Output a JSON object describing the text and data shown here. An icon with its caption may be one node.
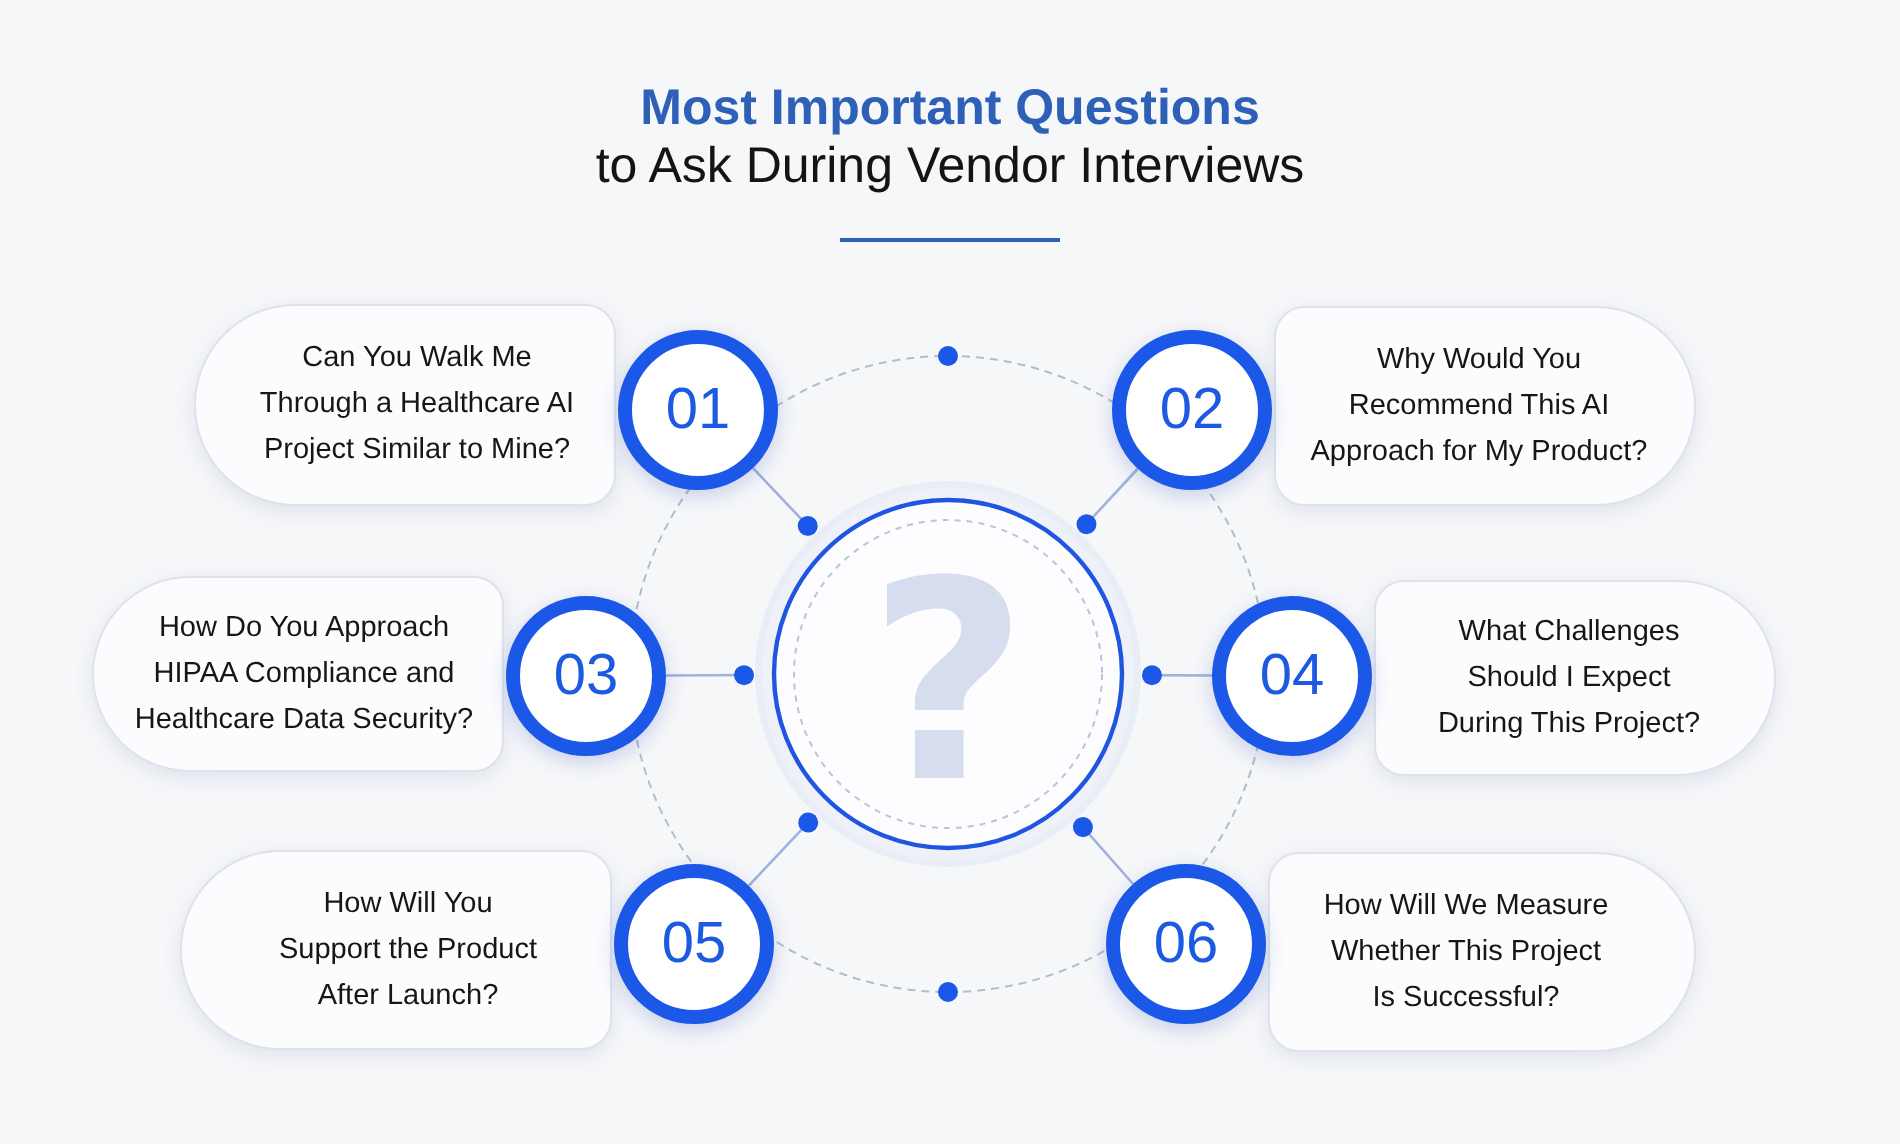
{
  "diagram": {
    "title": "**Most Important Questions** to Ask During Vendor Interviews",
    "nodes": [
      {
        "text": [
          "Can You Walk Me Through a Healthcare AI Project Similar to Mine?"
        ]
      },
      {
        "text": [
          "01"
        ]
      },
      {
        "text": [
          "02"
        ]
      },
      {
        "text": [
          "Why Would You Recommend This AI Approach for My Product?"
        ]
      },
      {
        "text": [
          "How Do You Approach HIPAA Compliance and Healthcare Data Security?"
        ]
      },
      {
        "text": [
          "03"
        ]
      },
      {
        "text": [
          "?"
        ]
      },
      {
        "text": [
          "04"
        ]
      },
      {
        "text": [
          "What Challenges Should I Expect During This Project?"
        ]
      },
      {
        "text": [
          "How Will You Support the Product After Launch?"
        ]
      },
      {
        "text": [
          "05"
        ]
      },
      {
        "text": [
          "06"
        ]
      },
      {
        "text": [
          "How Will We Measure Whether This Project Is Successful?"
        ]
      }
    ],
    "edges": [
      {
        "from": 6,
        "to": 1,
        "arrow": "other"
      },
      {
        "from": 6,
        "to": 2,
        "arrow": "other"
      },
      {
        "from": 6,
        "to": 5,
        "arrow": "other"
      },
      {
        "from": 6,
        "to": 7,
        "arrow": "other"
      },
      {
        "from": 6,
        "to": 10,
        "arrow": "other"
      },
      {
        "from": 6,
        "to": 11,
        "arrow": "other"
      }
    ]
  }
}
